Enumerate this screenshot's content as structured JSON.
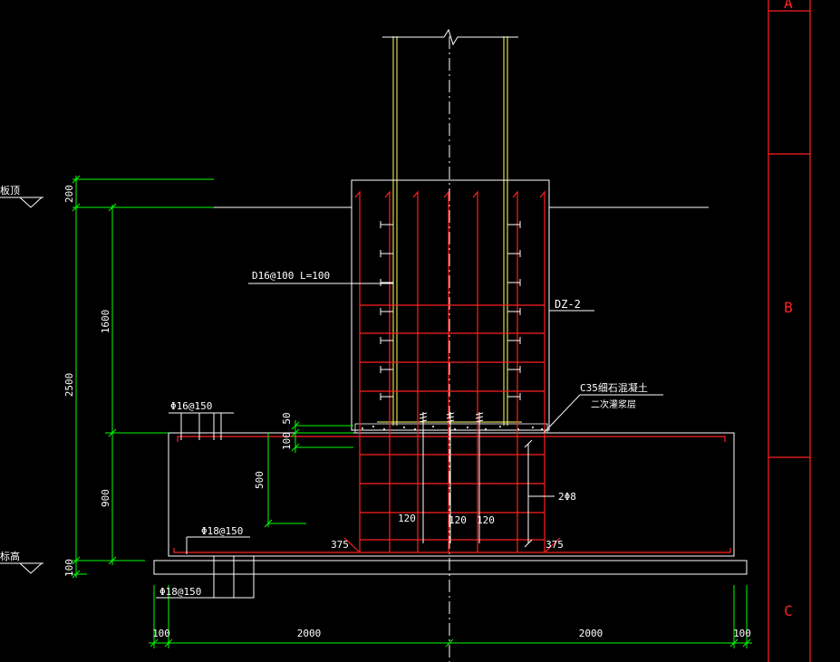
{
  "title_block": {
    "zones": [
      "A",
      "B",
      "C"
    ]
  },
  "levels": {
    "top_label": "板顶",
    "bottom_label": "标高"
  },
  "dimensions": {
    "left": {
      "d200": "200",
      "d1600": "1600",
      "d2500": "2500",
      "d900": "900",
      "d100": "100"
    },
    "slab_detail": {
      "d50": "50",
      "d100": "100",
      "d500": "500"
    },
    "bottom": {
      "d100_left": "100",
      "d2000_left": "2000",
      "d2000_right": "2000",
      "d100_right": "100"
    },
    "inner": {
      "d375_left": "375",
      "d375_right": "375",
      "d120_a": "120",
      "d120_b": "120",
      "d120_c": "120"
    }
  },
  "annotations": {
    "studs": "D16@100  L=100",
    "column_tag": "DZ-2",
    "grout_line1": "C35细石混凝土",
    "grout_line2": "二次灌浆层",
    "top_bars": "Φ16@150",
    "stirrups": "2Φ8",
    "bottom_bars_top": "Φ18@150",
    "bottom_bars_bottom": "Φ18@150"
  },
  "colors": {
    "background": "#000000",
    "outline": "#ffffff",
    "rebar": "#ff2020",
    "dimension": "#00ff00",
    "steel": "#ffff66"
  }
}
